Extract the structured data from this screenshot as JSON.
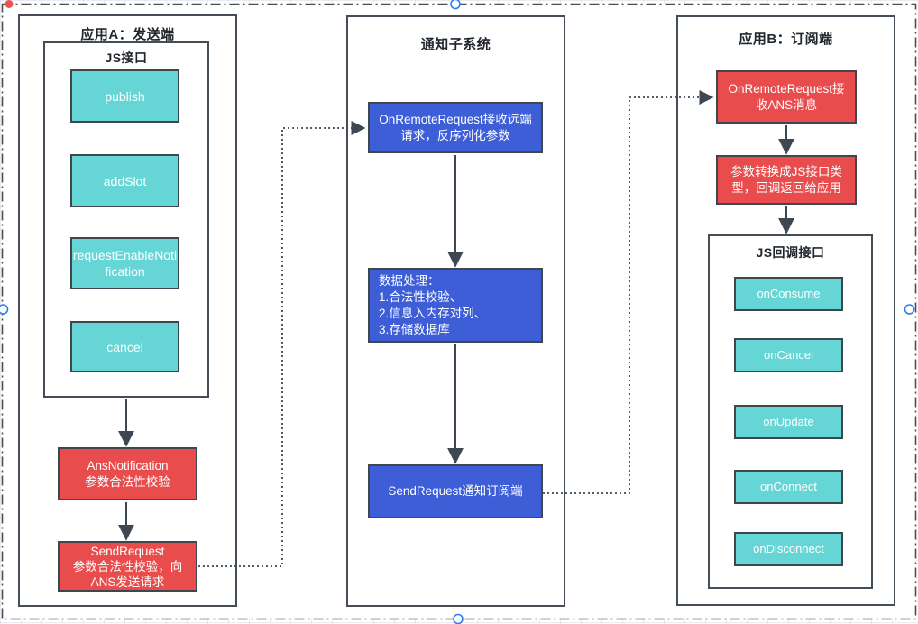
{
  "colors": {
    "teal": "#66d5d6",
    "red": "#e94c4c",
    "blue": "#3d5ed6",
    "line": "#3f4752",
    "selection_red_handle": "#ef5350",
    "selection_blue_handle": "#2e7ee5"
  },
  "app_a": {
    "title": "应用A：发送端",
    "js_interface_title": "JS接口",
    "methods": [
      "publish",
      "addSlot",
      "requestEnableNotification",
      "cancel"
    ],
    "validate_step": "AnsNotification\n参数合法性校验",
    "send_step": "SendRequest\n参数合法性校验，向\nANS发送请求"
  },
  "subsystem": {
    "title": "通知子系统",
    "receive_step": "OnRemoteRequest接收远端\n请求，反序列化参数",
    "process_step": "数据处理：\n1.合法性校验、\n2.信息入内存对列、\n3.存储数据库",
    "notify_step": "SendRequest通知订阅端"
  },
  "app_b": {
    "title": "应用B：订阅端",
    "receive_step": "OnRemoteRequest接\n收ANS消息",
    "convert_step": "参数转换成JS接口类\n型，回调返回给应用",
    "js_callback_title": "JS回调接口",
    "callbacks": [
      "onConsume",
      "onCancel",
      "onUpdate",
      "onConnect",
      "onDisconnect"
    ]
  }
}
